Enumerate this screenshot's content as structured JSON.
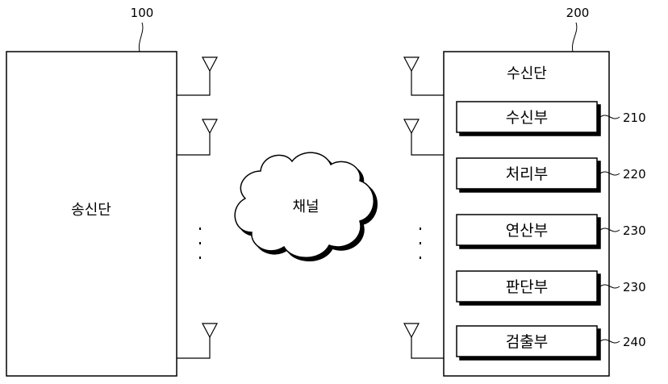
{
  "transmitter": {
    "ref": "100",
    "label": "송신단"
  },
  "receiver": {
    "ref": "200",
    "label": "수신단",
    "units": [
      {
        "label": "수신부",
        "ref": "210"
      },
      {
        "label": "처리부",
        "ref": "220"
      },
      {
        "label": "연산부",
        "ref": "230"
      },
      {
        "label": "판단부",
        "ref": "230"
      },
      {
        "label": "검출부",
        "ref": "240"
      }
    ]
  },
  "channel": {
    "label": "채널"
  }
}
